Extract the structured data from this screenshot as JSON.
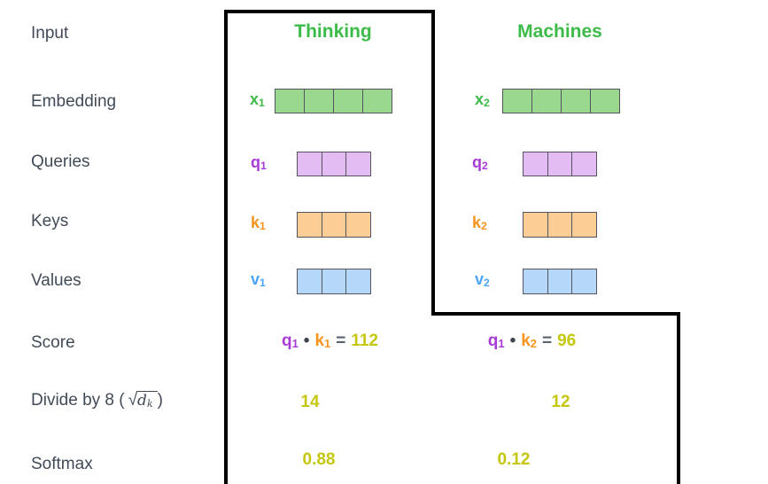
{
  "colors": {
    "green_text": "#3dbb49",
    "green_fill": "#9bd88f",
    "purple_text": "#a93bd6",
    "purple_fill": "#e2bcf2",
    "orange_text": "#f7941e",
    "orange_fill": "#fcce95",
    "blue_text": "#4aa5f7",
    "blue_fill": "#b5d8fa",
    "yellow_text": "#c4c70e",
    "label_text": "#414b57",
    "eq_gray": "#5a626e",
    "dot_dark": "#3f434f",
    "box_border": "#54545f",
    "outline": "#000000"
  },
  "row_labels": {
    "input": "Input",
    "embedding": "Embedding",
    "queries": "Queries",
    "keys": "Keys",
    "values": "Values",
    "score": "Score",
    "divide_prefix": "Divide by 8 (",
    "radical_sign": "√",
    "radicand": "d",
    "radicand_sub": "k",
    "divide_suffix": ")",
    "softmax": "Softmax"
  },
  "columns": [
    {
      "header": "Thinking",
      "vectors": {
        "embedding": {
          "label": "x",
          "sub": "1",
          "cells": 4
        },
        "query": {
          "label": "q",
          "sub": "1",
          "cells": 3
        },
        "key": {
          "label": "k",
          "sub": "1",
          "cells": 3
        },
        "value": {
          "label": "v",
          "sub": "1",
          "cells": 3
        }
      },
      "score": {
        "q": "q",
        "q_sub": "1",
        "dot": "•",
        "k": "k",
        "k_sub": "1",
        "eq": "=",
        "value": "112"
      },
      "divided": "14",
      "softmax": "0.88"
    },
    {
      "header": "Machines",
      "vectors": {
        "embedding": {
          "label": "x",
          "sub": "2",
          "cells": 4
        },
        "query": {
          "label": "q",
          "sub": "2",
          "cells": 3
        },
        "key": {
          "label": "k",
          "sub": "2",
          "cells": 3
        },
        "value": {
          "label": "v",
          "sub": "2",
          "cells": 3
        }
      },
      "score": {
        "q": "q",
        "q_sub": "1",
        "dot": "•",
        "k": "k",
        "k_sub": "2",
        "eq": "=",
        "value": "96"
      },
      "divided": "12",
      "softmax": "0.12"
    }
  ]
}
